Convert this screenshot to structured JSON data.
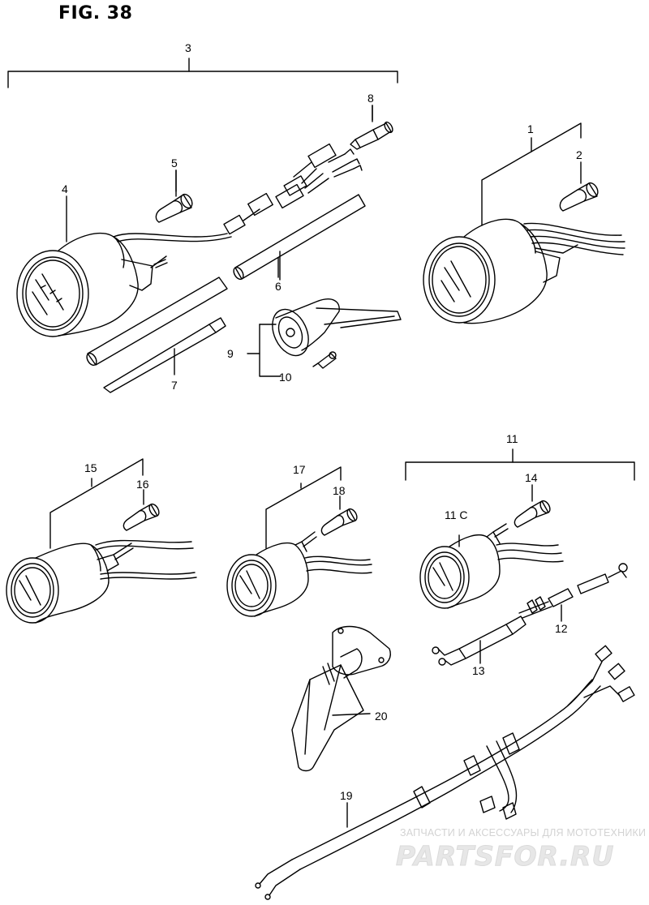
{
  "figure": {
    "title": "FIG. 38"
  },
  "callouts": {
    "c1": "1",
    "c2": "2",
    "c3": "3",
    "c4": "4",
    "c5": "5",
    "c6": "6",
    "c7": "7",
    "c8": "8",
    "c9": "9",
    "c10": "10",
    "c11": "11",
    "c11c": "11 C",
    "c12": "12",
    "c13": "13",
    "c14": "14",
    "c15": "15",
    "c16": "16",
    "c17": "17",
    "c18": "18",
    "c19": "19",
    "c20": "20"
  },
  "watermark": {
    "tagline": "ЗАПЧАСТИ И АКСЕССУАРЫ ДЛЯ МОТОТЕХНИКИ",
    "logo": "PARTSFOR.RU"
  },
  "colors": {
    "line": "#000000",
    "background": "#ffffff",
    "watermark": "#e0e0e0"
  }
}
